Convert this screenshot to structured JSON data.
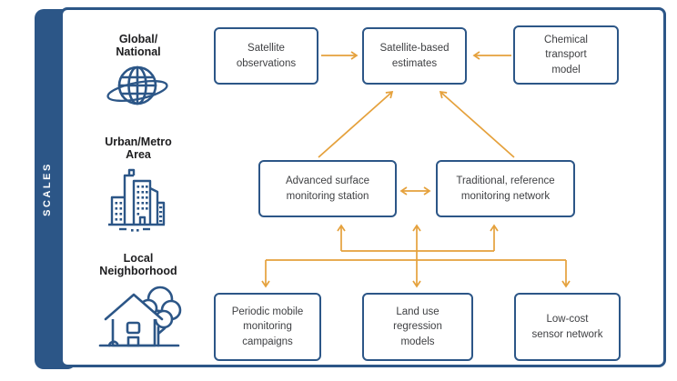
{
  "sidebar": {
    "title": "SCALES"
  },
  "colors": {
    "navy": "#2C5687",
    "orange": "#E5A13C",
    "box_text": "#3F4043",
    "label_text": "#1D1D1F",
    "background": "#FFFFFF"
  },
  "scales": {
    "rows": [
      {
        "label": "Global/\nNational",
        "icon": "globe-icon"
      },
      {
        "label": "Urban/Metro\nArea",
        "icon": "city-buildings-icon"
      },
      {
        "label": "Local\nNeighborhood",
        "icon": "house-tree-icon"
      }
    ]
  },
  "nodes": {
    "satellite_observations": {
      "label": "Satellite\nobservations"
    },
    "satellite_estimates": {
      "label": "Satellite-based\nestimates"
    },
    "chemical_transport": {
      "label": "Chemical\ntransport\nmodel"
    },
    "advanced_surface": {
      "label": "Advanced surface\nmonitoring station"
    },
    "traditional_reference": {
      "label": "Traditional, reference\nmonitoring network"
    },
    "periodic_mobile": {
      "label": "Periodic mobile\nmonitoring\ncampaigns"
    },
    "land_use": {
      "label": "Land use\nregression\nmodels"
    },
    "low_cost": {
      "label": "Low-cost\nsensor network"
    }
  },
  "edges": [
    {
      "from": "satellite_observations",
      "to": "satellite_estimates",
      "type": "one-way"
    },
    {
      "from": "chemical_transport",
      "to": "satellite_estimates",
      "type": "one-way"
    },
    {
      "from": "advanced_surface",
      "to": "satellite_estimates",
      "type": "one-way"
    },
    {
      "from": "traditional_reference",
      "to": "satellite_estimates",
      "type": "one-way"
    },
    {
      "from": "advanced_surface",
      "to": "traditional_reference",
      "type": "two-way"
    },
    {
      "from": "bottom_row_bus",
      "to": "middle_row_bus",
      "type": "two-way"
    },
    {
      "from": "middle_row_bus",
      "to": "advanced_surface",
      "type": "into"
    },
    {
      "from": "middle_row_bus",
      "to": "traditional_reference",
      "type": "into"
    },
    {
      "from": "bottom_row_bus",
      "to": "periodic_mobile",
      "type": "into"
    },
    {
      "from": "bottom_row_bus",
      "to": "land_use",
      "type": "into"
    },
    {
      "from": "bottom_row_bus",
      "to": "low_cost",
      "type": "into"
    }
  ]
}
